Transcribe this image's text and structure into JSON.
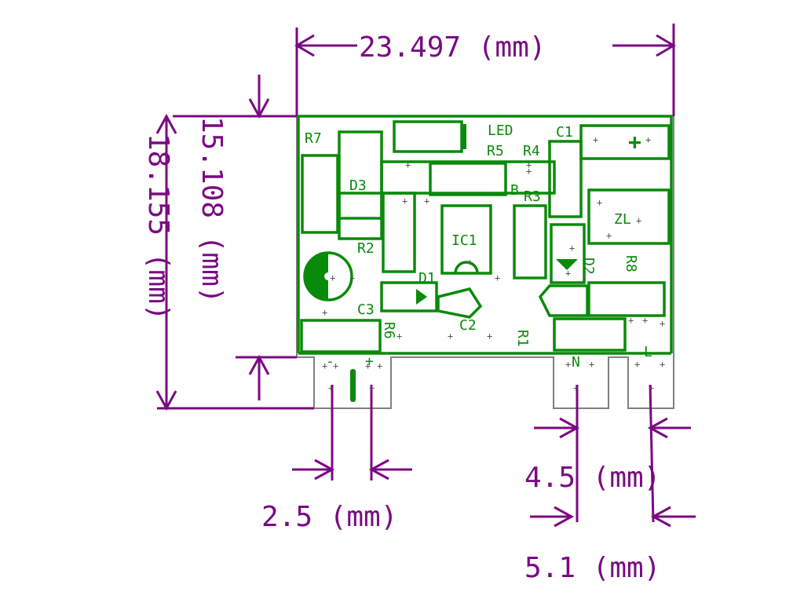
{
  "dimensions": {
    "width": "23.497 (mm)",
    "height_inner": "15.108 (mm)",
    "height_outer": "18.155 (mm)",
    "pin_left": "2.5 (mm)",
    "pin_mid": "4.5 (mm)",
    "pin_right": "5.1 (mm)"
  },
  "components": {
    "r7": "R7",
    "led": "LED",
    "r5": "R5",
    "r4": "R4",
    "c1": "C1",
    "d3": "D3",
    "b": "B",
    "r3": "R3",
    "zl": "ZL",
    "ic1": "IC1",
    "r2": "R2",
    "d1": "D1",
    "d2": "D2",
    "r8": "R8",
    "c3": "C3",
    "c2": "C2",
    "r6": "R6",
    "r1": "R1",
    "n": "N",
    "l": "L",
    "plus": "+",
    "minus": "-"
  },
  "colors": {
    "dimension": "#7a0a82",
    "silkscreen": "#0a8a0a",
    "outline": "#808080"
  }
}
